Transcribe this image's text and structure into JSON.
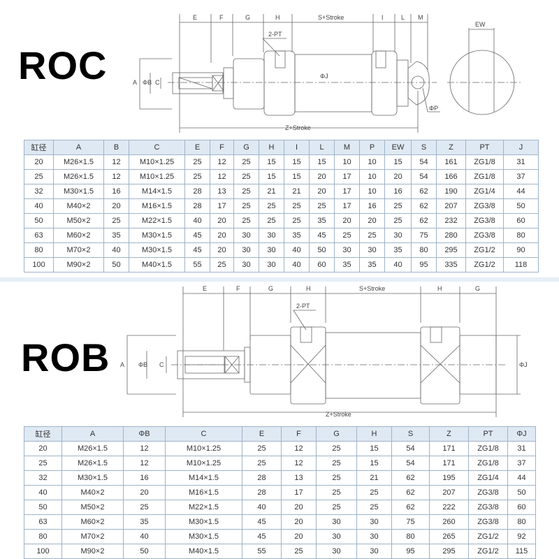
{
  "roc": {
    "title": "ROC",
    "dims": {
      "E": "E",
      "F": "F",
      "G": "G",
      "H": "H",
      "S": "S+Stroke",
      "I": "I",
      "L": "L",
      "M": "M",
      "EW": "EW",
      "PT": "2-PT",
      "A": "A",
      "B": "ΦB",
      "C": "C",
      "J": "ΦJ",
      "P": "ΦP",
      "Z": "Z+Stroke"
    },
    "headers": [
      "缸径",
      "A",
      "B",
      "C",
      "E",
      "F",
      "G",
      "H",
      "I",
      "L",
      "M",
      "P",
      "EW",
      "S",
      "Z",
      "PT",
      "J"
    ],
    "rows": [
      [
        "20",
        "M26×1.5",
        "12",
        "M10×1.25",
        "25",
        "12",
        "25",
        "15",
        "15",
        "15",
        "10",
        "10",
        "15",
        "54",
        "161",
        "ZG1/8",
        "31"
      ],
      [
        "25",
        "M26×1.5",
        "12",
        "M10×1.25",
        "25",
        "12",
        "25",
        "15",
        "15",
        "20",
        "17",
        "10",
        "20",
        "54",
        "166",
        "ZG1/8",
        "37"
      ],
      [
        "32",
        "M30×1.5",
        "16",
        "M14×1.5",
        "28",
        "13",
        "25",
        "21",
        "21",
        "20",
        "17",
        "10",
        "16",
        "62",
        "190",
        "ZG1/4",
        "44"
      ],
      [
        "40",
        "M40×2",
        "20",
        "M16×1.5",
        "28",
        "17",
        "25",
        "25",
        "25",
        "25",
        "17",
        "16",
        "25",
        "62",
        "207",
        "ZG3/8",
        "50"
      ],
      [
        "50",
        "M50×2",
        "25",
        "M22×1.5",
        "40",
        "20",
        "25",
        "25",
        "25",
        "35",
        "20",
        "20",
        "25",
        "62",
        "232",
        "ZG3/8",
        "60"
      ],
      [
        "63",
        "M60×2",
        "35",
        "M30×1.5",
        "45",
        "20",
        "30",
        "30",
        "35",
        "45",
        "25",
        "25",
        "30",
        "75",
        "280",
        "ZG3/8",
        "80"
      ],
      [
        "80",
        "M70×2",
        "40",
        "M30×1.5",
        "45",
        "20",
        "30",
        "30",
        "40",
        "50",
        "30",
        "30",
        "35",
        "80",
        "295",
        "ZG1/2",
        "90"
      ],
      [
        "100",
        "M90×2",
        "50",
        "M40×1.5",
        "55",
        "25",
        "30",
        "30",
        "40",
        "60",
        "35",
        "35",
        "40",
        "95",
        "335",
        "ZG1/2",
        "118"
      ]
    ]
  },
  "rob": {
    "title": "ROB",
    "dims": {
      "E": "E",
      "F": "F",
      "G": "G",
      "H": "H",
      "S": "S+Stroke",
      "H2": "H",
      "G2": "G",
      "PT": "2-PT",
      "A": "A",
      "B": "ΦB",
      "C": "C",
      "J": "ΦJ",
      "Z": "Z+Stroke"
    },
    "headers": [
      "缸径",
      "A",
      "ΦB",
      "C",
      "E",
      "F",
      "G",
      "H",
      "S",
      "Z",
      "PT",
      "ΦJ"
    ],
    "rows": [
      [
        "20",
        "M26×1.5",
        "12",
        "M10×1.25",
        "25",
        "12",
        "25",
        "15",
        "54",
        "171",
        "ZG1/8",
        "31"
      ],
      [
        "25",
        "M26×1.5",
        "12",
        "M10×1.25",
        "25",
        "12",
        "25",
        "15",
        "54",
        "171",
        "ZG1/8",
        "37"
      ],
      [
        "32",
        "M30×1.5",
        "16",
        "M14×1.5",
        "28",
        "13",
        "25",
        "21",
        "62",
        "195",
        "ZG1/4",
        "44"
      ],
      [
        "40",
        "M40×2",
        "20",
        "M16×1.5",
        "28",
        "17",
        "25",
        "25",
        "62",
        "207",
        "ZG3/8",
        "50"
      ],
      [
        "50",
        "M50×2",
        "25",
        "M22×1.5",
        "40",
        "20",
        "25",
        "25",
        "62",
        "222",
        "ZG3/8",
        "60"
      ],
      [
        "63",
        "M60×2",
        "35",
        "M30×1.5",
        "45",
        "20",
        "30",
        "30",
        "75",
        "260",
        "ZG3/8",
        "80"
      ],
      [
        "80",
        "M70×2",
        "40",
        "M30×1.5",
        "45",
        "20",
        "30",
        "30",
        "80",
        "265",
        "ZG1/2",
        "92"
      ],
      [
        "100",
        "M90×2",
        "50",
        "M40×1.5",
        "55",
        "25",
        "30",
        "30",
        "95",
        "295",
        "ZG1/2",
        "115"
      ]
    ]
  },
  "colors": {
    "header_bg": "#dfe9f3",
    "border": "#9fb3c8",
    "line": "#555555"
  }
}
